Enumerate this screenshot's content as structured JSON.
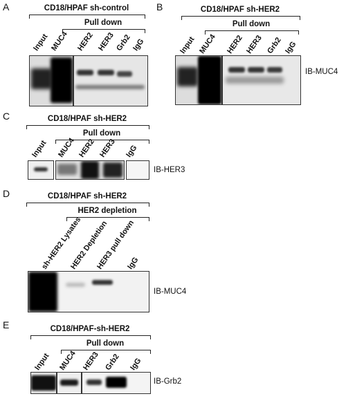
{
  "panels": [
    {
      "letter": "A",
      "title": "CD18/HPAF sh-control",
      "subtitle": "Pull down",
      "lanes": [
        "Input",
        "MUC4",
        "HER2",
        "HER3",
        "Grb2",
        "IgG"
      ],
      "ib": ""
    },
    {
      "letter": "B",
      "title": "CD18/HPAF sh-HER2",
      "subtitle": "Pull down",
      "lanes": [
        "Input",
        "MUC4",
        "HER2",
        "HER3",
        "Grb2",
        "IgG"
      ],
      "ib": "IB-MUC4"
    },
    {
      "letter": "C",
      "title": "CD18/HPAF sh-HER2",
      "subtitle": "Pull down",
      "lanes": [
        "Input",
        "MUC4",
        "HER2",
        "HER3",
        "IgG"
      ],
      "ib": "IB-HER3"
    },
    {
      "letter": "D",
      "title": "CD18/HPAF sh-HER2",
      "subtitle": "HER2 depletion",
      "lanes": [
        "sh-HER2 Lysates",
        "HER2 Depletion",
        "HER3 pull down",
        "IgG"
      ],
      "ib": "IB-MUC4"
    },
    {
      "letter": "E",
      "title": "CD18/HPAF-sh-HER2",
      "subtitle": "Pull down",
      "lanes": [
        "Input",
        "MUC4",
        "HER3",
        "Grb2",
        "IgG"
      ],
      "ib": "IB-Grb2"
    }
  ]
}
